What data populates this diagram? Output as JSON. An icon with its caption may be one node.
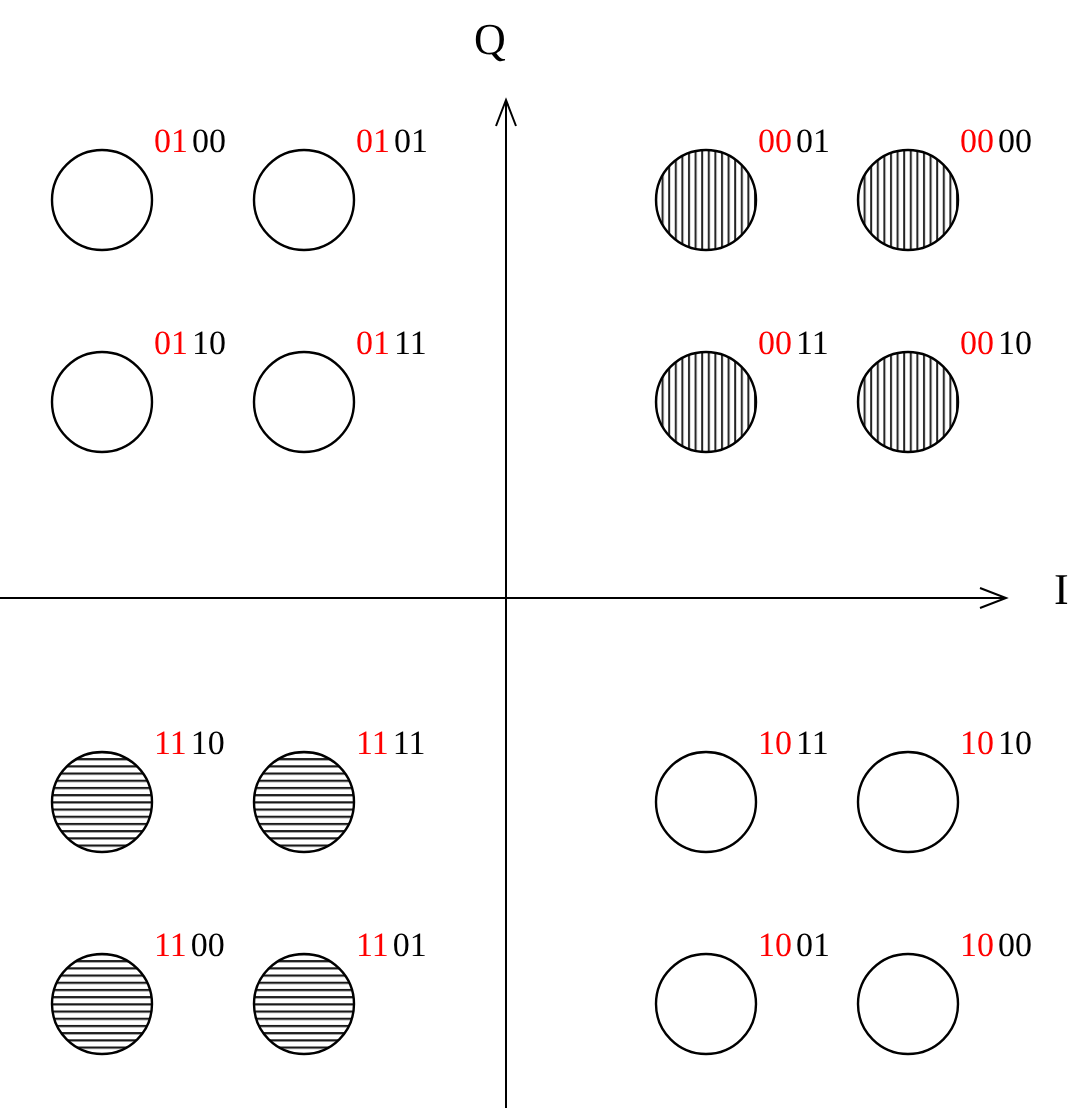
{
  "diagram": {
    "nodes": [
      {
        "text": [],
        "shape": "circle",
        "beside": [
          "01",
          "00"
        ]
      },
      {
        "text": [],
        "shape": "circle",
        "beside": [
          "01",
          "01"
        ]
      },
      {
        "text": [],
        "shape": "circle",
        "beside": [
          "00",
          "01"
        ]
      },
      {
        "text": [],
        "shape": "circle",
        "beside": [
          "00",
          "00"
        ]
      },
      {
        "text": [],
        "shape": "circle",
        "beside": [
          "01",
          "10"
        ]
      },
      {
        "text": [],
        "shape": "circle",
        "beside": [
          "01",
          "11"
        ]
      },
      {
        "text": [],
        "shape": "circle",
        "beside": [
          "00",
          "11"
        ]
      },
      {
        "text": [],
        "shape": "circle",
        "beside": [
          "00",
          "10"
        ]
      },
      {
        "text": [],
        "shape": "circle",
        "beside": [
          "11",
          "10"
        ]
      },
      {
        "text": [],
        "shape": "circle",
        "beside": [
          "11",
          "11"
        ]
      },
      {
        "text": [],
        "shape": "circle",
        "beside": [
          "10",
          "11"
        ]
      },
      {
        "text": [],
        "shape": "circle",
        "beside": [
          "10",
          "10"
        ]
      },
      {
        "text": [],
        "shape": "circle",
        "beside": [
          "11",
          "00"
        ]
      },
      {
        "text": [],
        "shape": "circle",
        "beside": [
          "11",
          "01"
        ]
      },
      {
        "text": [],
        "shape": "circle",
        "beside": [
          "10",
          "01"
        ]
      },
      {
        "text": [],
        "shape": "circle",
        "beside": [
          "10",
          "00"
        ]
      }
    ],
    "labels": [
      "Q",
      "I"
    ]
  }
}
